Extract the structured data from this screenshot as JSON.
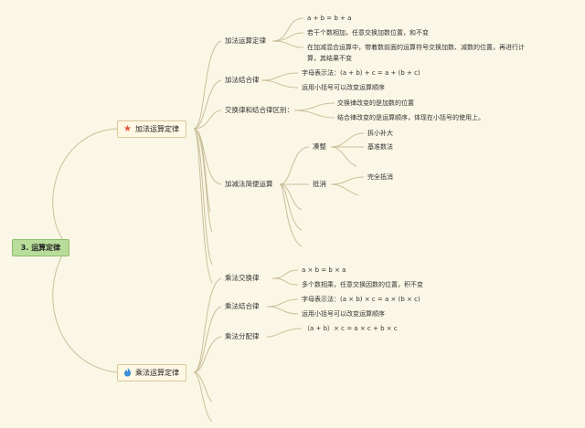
{
  "root": "3. 运算定律",
  "addition": {
    "title": "加法运算定律",
    "icon": "star-icon",
    "icon_color": "#e2583e",
    "commutative": {
      "label": "加法运算定律",
      "items": [
        "a + b = b + a",
        "若干个数相加，任意交换加数位置，和不变",
        "在加减混合运算中，带着数前面的运算符号交换加数、减数的位置，再进行计",
        "算，其结果不变"
      ]
    },
    "associative": {
      "label": "加法结合律",
      "items": [
        "字母表示法：(a + b) + c = a + (b + c)",
        "运用小括号可以改变运算顺序"
      ]
    },
    "difference": {
      "label": "交换律和结合律区别：",
      "items": [
        "交换律改变的是加数的位置",
        "结合律改变的是运算顺序，体现在小括号的使用上。"
      ]
    },
    "shortcut": {
      "label": "加减法简便运算",
      "round": {
        "label": "凑整",
        "items": [
          "拆小补大",
          "基准数法"
        ]
      },
      "cancel": {
        "label": "抵消",
        "items": [
          "完全抵消"
        ]
      }
    }
  },
  "multiplication": {
    "title": "乘法运算定律",
    "icon": "flame-icon",
    "icon_color": "#3a8fd8",
    "commutative": {
      "label": "乘法交换律",
      "items": [
        "a × b = b × a",
        "多个数相乘，任意交换因数的位置，积不变"
      ]
    },
    "associative": {
      "label": "乘法结合律",
      "items": [
        "字母表示法：(a × b) × c = a × (b × c)",
        "运用小括号可以改变运算顺序"
      ]
    },
    "distributive": {
      "label": "乘法分配律",
      "items": [
        "（a + b）× c = a × c + b × c"
      ]
    }
  }
}
